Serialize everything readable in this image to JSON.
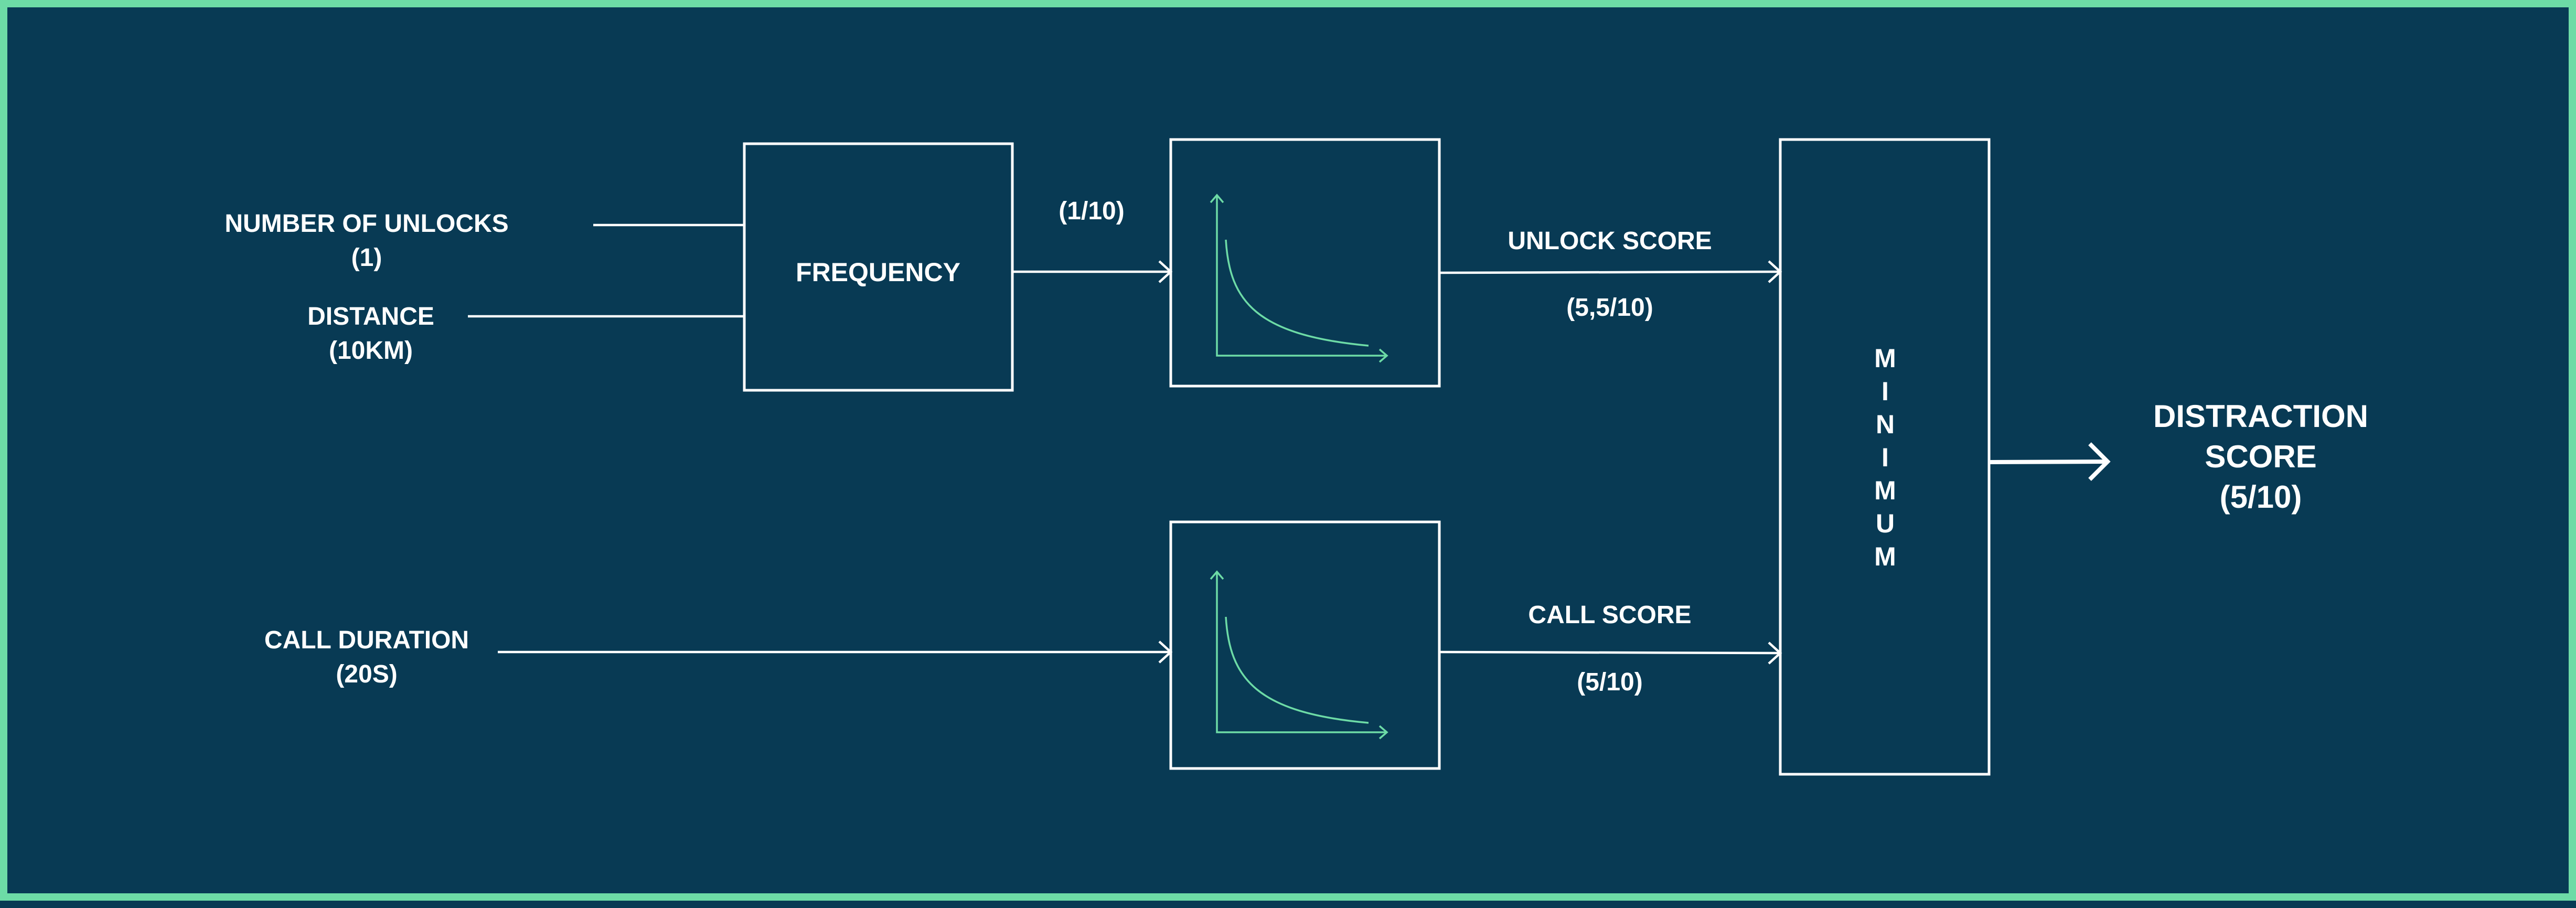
{
  "colors": {
    "background": "#083a54",
    "border": "#6ddba6",
    "foreground": "#ffffff",
    "curve": "#6ddba6"
  },
  "inputs": {
    "unlocks": {
      "label": "NUMBER OF UNLOCKS",
      "value": "(1)"
    },
    "distance": {
      "label": "DISTANCE",
      "value": "(10KM)"
    },
    "call_duration": {
      "label": "CALL DURATION",
      "value": "(20S)"
    }
  },
  "blocks": {
    "frequency": {
      "label": "FREQUENCY"
    },
    "minimum": {
      "letters": [
        "M",
        "I",
        "N",
        "I",
        "M",
        "U",
        "M"
      ]
    }
  },
  "edges": {
    "frequency_out": "(1/10)",
    "unlock_score": {
      "label": "UNLOCK SCORE",
      "value": "(5,5/10)"
    },
    "call_score": {
      "label": "CALL SCORE",
      "value": "(5/10)"
    }
  },
  "output": {
    "line1": "DISTRACTION",
    "line2": "SCORE",
    "value": "(5/10)"
  }
}
